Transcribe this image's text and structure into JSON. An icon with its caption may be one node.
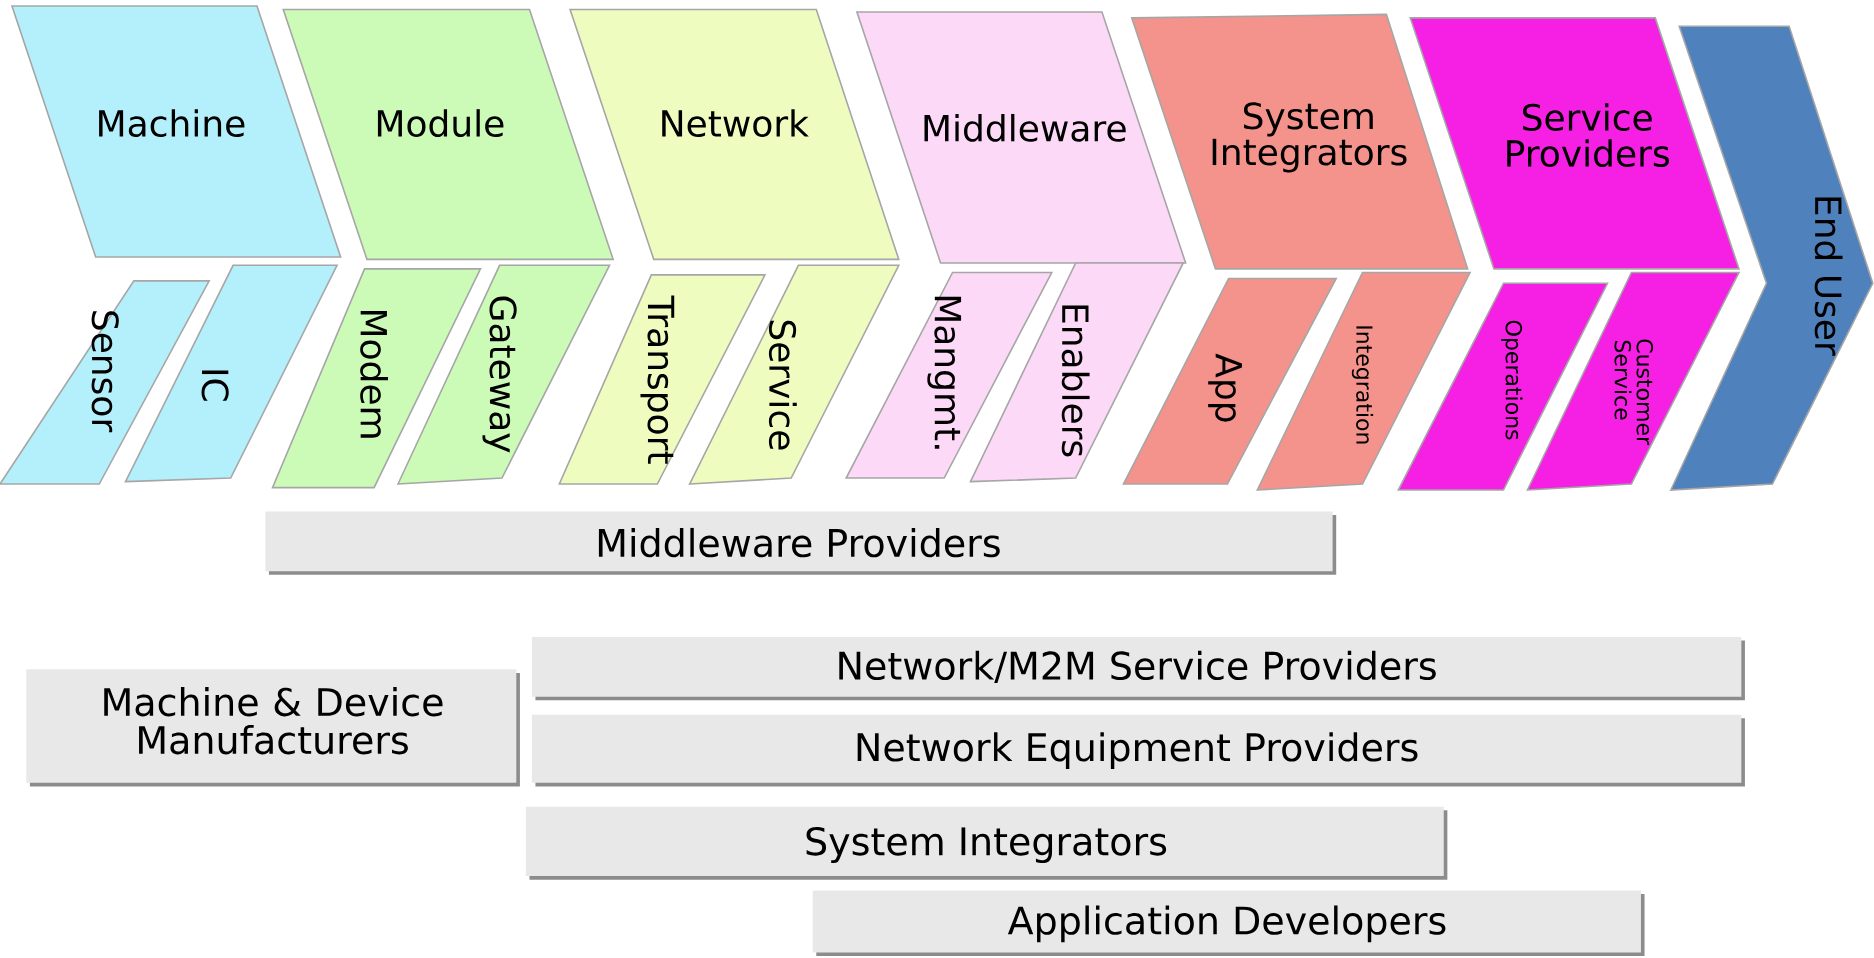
{
  "diagram": {
    "nodes": [
      {
        "text": [
          "Machine"
        ]
      },
      {
        "text": [
          "Sensor"
        ]
      },
      {
        "text": [
          "IC"
        ]
      },
      {
        "text": [
          "Module"
        ]
      },
      {
        "text": [
          "Modem"
        ]
      },
      {
        "text": [
          "Gateway"
        ]
      },
      {
        "text": [
          "Network"
        ]
      },
      {
        "text": [
          "Transport"
        ]
      },
      {
        "text": [
          "Service"
        ]
      },
      {
        "text": [
          "Middleware"
        ]
      },
      {
        "text": [
          "Mangmt."
        ]
      },
      {
        "text": [
          "Enablers"
        ]
      },
      {
        "text": [
          "System Integrators"
        ]
      },
      {
        "text": [
          "App"
        ]
      },
      {
        "text": [
          "Integration"
        ]
      },
      {
        "text": [
          "Service Providers"
        ]
      },
      {
        "text": [
          "Operations"
        ]
      },
      {
        "text": [
          "Customer Service"
        ]
      },
      {
        "text": [
          "End User"
        ]
      },
      {
        "text": [
          "Middleware Providers"
        ]
      },
      {
        "text": [
          "Machine & Device Manufacturers"
        ]
      },
      {
        "text": [
          "Network/M2M Service Providers"
        ]
      },
      {
        "text": [
          "Network Equipment Providers"
        ]
      },
      {
        "text": [
          "System Integrators"
        ]
      },
      {
        "text": [
          "Application Developers"
        ]
      }
    ]
  }
}
